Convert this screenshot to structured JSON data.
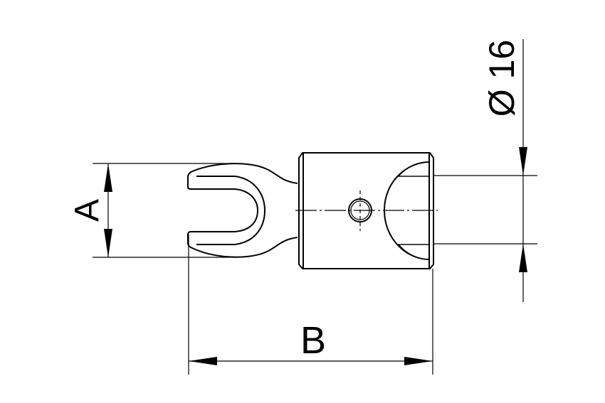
{
  "drawing": {
    "dimensions": {
      "a": {
        "label": "A"
      },
      "b": {
        "label": "B"
      },
      "diameter": {
        "label": "Ø 16",
        "value": 16
      }
    },
    "colors": {
      "line": "#000000",
      "background": "#ffffff"
    }
  }
}
